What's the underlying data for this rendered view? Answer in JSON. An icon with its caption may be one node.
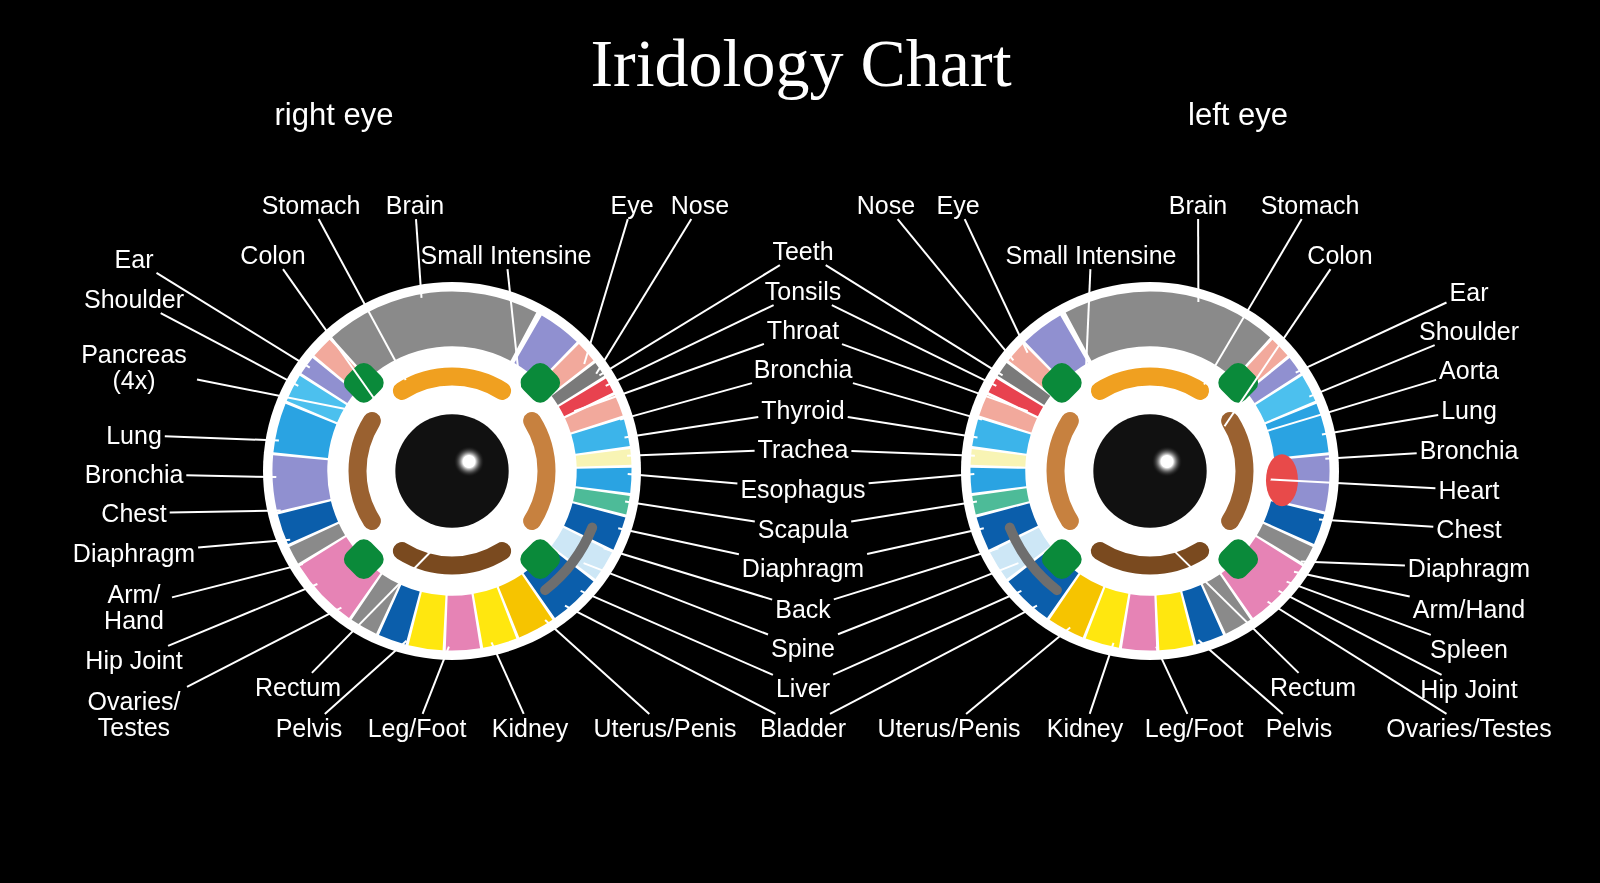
{
  "diagram": {
    "title": "Iridology Chart",
    "nodes": [
      {
        "text": [],
        "shape": "picture"
      },
      {
        "text": [],
        "shape": "picture"
      },
      {
        "text": [
          "Stomach"
        ]
      },
      {
        "text": [
          "Brain"
        ]
      },
      {
        "text": [
          "Colon"
        ]
      },
      {
        "text": [
          "Small Intensine"
        ]
      },
      {
        "text": [
          "Eye"
        ]
      },
      {
        "text": [
          "Nose"
        ]
      },
      {
        "text": [
          "Ear"
        ]
      },
      {
        "text": [
          "Shoulder"
        ]
      },
      {
        "text": [
          "Pancreas (4x)"
        ]
      },
      {
        "text": [
          "Lung"
        ]
      },
      {
        "text": [
          "Bronchia"
        ]
      },
      {
        "text": [
          "Chest"
        ]
      },
      {
        "text": [
          "Diaphragm"
        ]
      },
      {
        "text": [
          "Arm/ Hand"
        ]
      },
      {
        "text": [
          "Hip Joint"
        ]
      },
      {
        "text": [
          "Ovaries/ Testes"
        ]
      },
      {
        "text": [
          "Rectum"
        ]
      },
      {
        "text": [
          "Pelvis"
        ]
      },
      {
        "text": [
          "Leg/Foot"
        ]
      },
      {
        "text": [
          "Kidney"
        ]
      },
      {
        "text": [
          "Uterus/Penis"
        ]
      },
      {
        "text": [
          "Teeth"
        ]
      },
      {
        "text": [
          "Tonsils"
        ]
      },
      {
        "text": [
          "Throat"
        ]
      },
      {
        "text": [
          "Bronchia"
        ]
      },
      {
        "text": [
          "Thyroid"
        ]
      },
      {
        "text": [
          "Trachea"
        ]
      },
      {
        "text": [
          "Esophagus"
        ]
      },
      {
        "text": [
          "Scapula"
        ]
      },
      {
        "text": [
          "Diaphragm"
        ]
      },
      {
        "text": [
          "Back"
        ]
      },
      {
        "text": [
          "Spine"
        ]
      },
      {
        "text": [
          "Liver"
        ]
      },
      {
        "text": [
          "Bladder"
        ]
      },
      {
        "text": [
          "Nose"
        ]
      },
      {
        "text": [
          "Eye"
        ]
      },
      {
        "text": [
          "Small Intensine"
        ]
      },
      {
        "text": [
          "Brain"
        ]
      },
      {
        "text": [
          "Stomach"
        ]
      },
      {
        "text": [
          "Colon"
        ]
      },
      {
        "text": [
          "Ear"
        ]
      },
      {
        "text": [
          "Shoulder"
        ]
      },
      {
        "text": [
          "Aorta"
        ]
      },
      {
        "text": [
          "Lung"
        ]
      },
      {
        "text": [
          "Bronchia"
        ]
      },
      {
        "text": [
          "Heart"
        ]
      },
      {
        "text": [
          "Chest"
        ]
      },
      {
        "text": [
          "Diaphragm"
        ]
      },
      {
        "text": [
          "Arm/Hand"
        ]
      },
      {
        "text": [
          "Spleen"
        ]
      },
      {
        "text": [
          "Hip Joint"
        ]
      },
      {
        "text": [
          "Ovaries/Testes"
        ]
      },
      {
        "text": [
          "Rectum"
        ]
      },
      {
        "text": [
          "Pelvis"
        ]
      },
      {
        "text": [
          "Leg/Foot"
        ]
      },
      {
        "text": [
          "Kidney"
        ]
      },
      {
        "text": [
          "Uterus/Penis"
        ]
      }
    ],
    "edges": [
      {
        "from": 2,
        "to": 0,
        "arrow": "none"
      },
      {
        "from": 3,
        "to": 0,
        "arrow": "none"
      },
      {
        "from": 4,
        "to": 0,
        "arrow": "none"
      },
      {
        "from": 5,
        "to": 0,
        "arrow": "none"
      },
      {
        "from": 6,
        "to": 0,
        "arrow": "none"
      },
      {
        "from": 7,
        "to": 0,
        "arrow": "none"
      },
      {
        "from": 8,
        "to": 0,
        "arrow": "none"
      },
      {
        "from": 9,
        "to": 0,
        "arrow": "none"
      },
      {
        "from": 10,
        "to": 0,
        "arrow": "none"
      },
      {
        "from": 11,
        "to": 0,
        "arrow": "none"
      },
      {
        "from": 12,
        "to": 0,
        "arrow": "none"
      },
      {
        "from": 13,
        "to": 0,
        "arrow": "none"
      },
      {
        "from": 14,
        "to": 0,
        "arrow": "none"
      },
      {
        "from": 15,
        "to": 0,
        "arrow": "none"
      },
      {
        "from": 16,
        "to": 0,
        "arrow": "none"
      },
      {
        "from": 17,
        "to": 0,
        "arrow": "none"
      },
      {
        "from": 18,
        "to": 0,
        "arrow": "none"
      },
      {
        "from": 19,
        "to": 0,
        "arrow": "none"
      },
      {
        "from": 20,
        "to": 0,
        "arrow": "none"
      },
      {
        "from": 21,
        "to": 0,
        "arrow": "none"
      },
      {
        "from": 22,
        "to": 0,
        "arrow": "none"
      },
      {
        "from": 23,
        "to": 0,
        "arrow": "none"
      },
      {
        "from": 23,
        "to": 1,
        "arrow": "none"
      },
      {
        "from": 24,
        "to": 0,
        "arrow": "none"
      },
      {
        "from": 24,
        "to": 1,
        "arrow": "none"
      },
      {
        "from": 25,
        "to": 0,
        "arrow": "none"
      },
      {
        "from": 25,
        "to": 1,
        "arrow": "none"
      },
      {
        "from": 26,
        "to": 0,
        "arrow": "none"
      },
      {
        "from": 26,
        "to": 1,
        "arrow": "none"
      },
      {
        "from": 27,
        "to": 0,
        "arrow": "none"
      },
      {
        "from": 27,
        "to": 1,
        "arrow": "none"
      },
      {
        "from": 28,
        "to": 0,
        "arrow": "none"
      },
      {
        "from": 28,
        "to": 1,
        "arrow": "none"
      },
      {
        "from": 29,
        "to": 0,
        "arrow": "none"
      },
      {
        "from": 29,
        "to": 1,
        "arrow": "none"
      },
      {
        "from": 30,
        "to": 0,
        "arrow": "none"
      },
      {
        "from": 30,
        "to": 1,
        "arrow": "none"
      },
      {
        "from": 31,
        "to": 0,
        "arrow": "none"
      },
      {
        "from": 31,
        "to": 1,
        "arrow": "none"
      },
      {
        "from": 32,
        "to": 0,
        "arrow": "none"
      },
      {
        "from": 32,
        "to": 1,
        "arrow": "none"
      },
      {
        "from": 33,
        "to": 0,
        "arrow": "none"
      },
      {
        "from": 33,
        "to": 1,
        "arrow": "none"
      },
      {
        "from": 34,
        "to": 0,
        "arrow": "none"
      },
      {
        "from": 34,
        "to": 1,
        "arrow": "none"
      },
      {
        "from": 35,
        "to": 0,
        "arrow": "none"
      },
      {
        "from": 35,
        "to": 1,
        "arrow": "none"
      },
      {
        "from": 36,
        "to": 1,
        "arrow": "none"
      },
      {
        "from": 37,
        "to": 1,
        "arrow": "none"
      },
      {
        "from": 38,
        "to": 1,
        "arrow": "none"
      },
      {
        "from": 39,
        "to": 1,
        "arrow": "none"
      },
      {
        "from": 40,
        "to": 1,
        "arrow": "none"
      },
      {
        "from": 41,
        "to": 1,
        "arrow": "none"
      },
      {
        "from": 42,
        "to": 1,
        "arrow": "none"
      },
      {
        "from": 43,
        "to": 1,
        "arrow": "none"
      },
      {
        "from": 44,
        "to": 1,
        "arrow": "none"
      },
      {
        "from": 45,
        "to": 1,
        "arrow": "none"
      },
      {
        "from": 46,
        "to": 1,
        "arrow": "none"
      },
      {
        "from": 47,
        "to": 1,
        "arrow": "none"
      },
      {
        "from": 48,
        "to": 1,
        "arrow": "none"
      },
      {
        "from": 49,
        "to": 1,
        "arrow": "none"
      },
      {
        "from": 50,
        "to": 1,
        "arrow": "none"
      },
      {
        "from": 51,
        "to": 1,
        "arrow": "none"
      },
      {
        "from": 52,
        "to": 1,
        "arrow": "none"
      },
      {
        "from": 53,
        "to": 1,
        "arrow": "none"
      },
      {
        "from": 54,
        "to": 1,
        "arrow": "none"
      },
      {
        "from": 55,
        "to": 1,
        "arrow": "none"
      },
      {
        "from": 56,
        "to": 1,
        "arrow": "none"
      },
      {
        "from": 57,
        "to": 1,
        "arrow": "none"
      },
      {
        "from": 58,
        "to": 1,
        "arrow": "none"
      }
    ],
    "labels": [
      "right eye",
      "left eye"
    ]
  }
}
